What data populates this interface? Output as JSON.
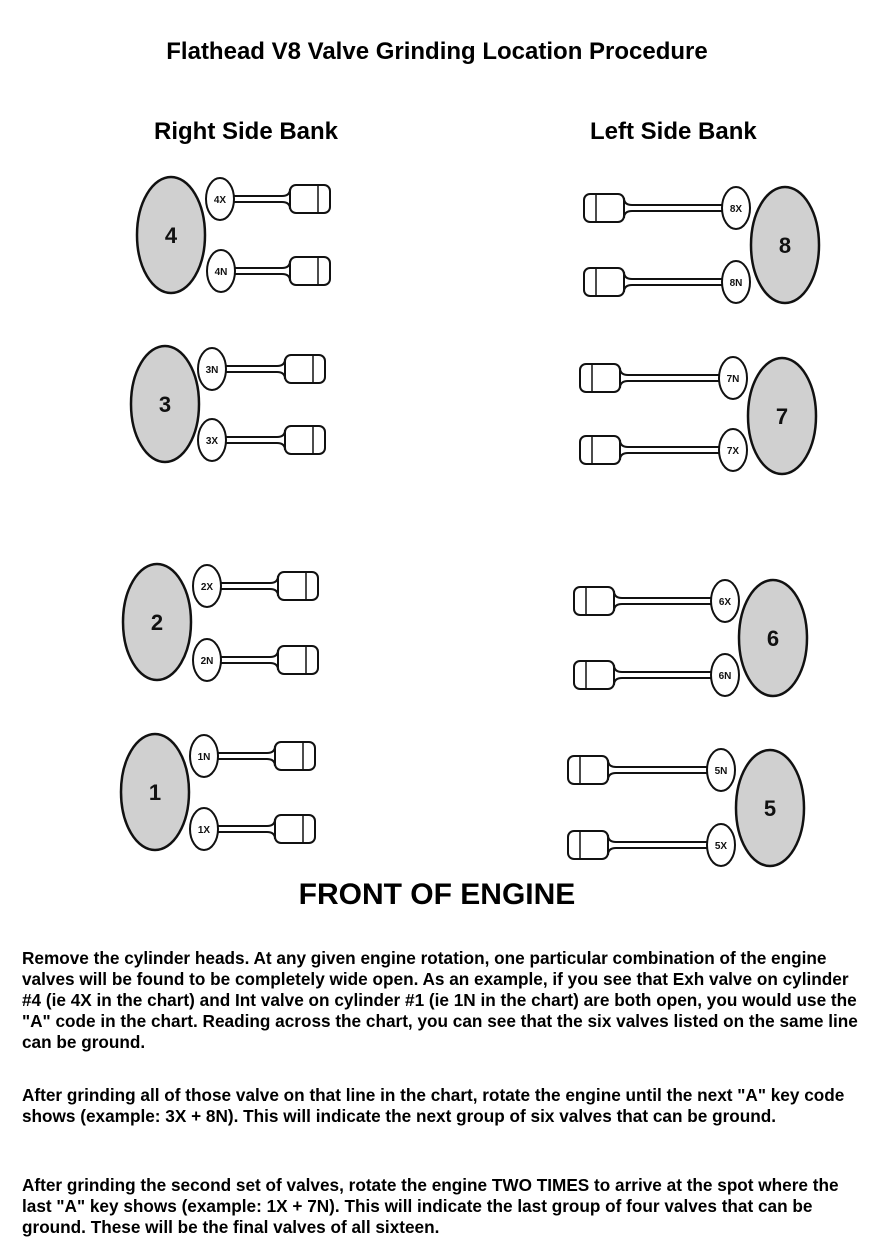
{
  "title": "Flathead V8 Valve Grinding Location Procedure",
  "right_bank": {
    "label": "Right Side Bank",
    "cylinders": [
      {
        "number": "4",
        "valves": [
          "4X",
          "4N"
        ]
      },
      {
        "number": "3",
        "valves": [
          "3N",
          "3X"
        ]
      },
      {
        "number": "2",
        "valves": [
          "2X",
          "2N"
        ]
      },
      {
        "number": "1",
        "valves": [
          "1N",
          "1X"
        ]
      }
    ]
  },
  "left_bank": {
    "label": "Left Side Bank",
    "cylinders": [
      {
        "number": "8",
        "valves": [
          "8X",
          "8N"
        ]
      },
      {
        "number": "7",
        "valves": [
          "7N",
          "7X"
        ]
      },
      {
        "number": "6",
        "valves": [
          "6X",
          "6N"
        ]
      },
      {
        "number": "5",
        "valves": [
          "5N",
          "5X"
        ]
      }
    ]
  },
  "front_label": "FRONT OF ENGINE",
  "paragraphs": [
    "Remove the cylinder heads. At any given engine rotation, one particular combination of the engine valves will be found to be completely wide open. As an example, if you see that Exh valve on cylinder #4 (ie 4X in the chart) and Int valve on cylinder #1 (ie 1N in the chart) are both open, you would use the \"A\" code in the chart. Reading across the chart, you can see that the six valves listed on the same line can be ground.",
    "After grinding all of those valve on that line in the chart, rotate the engine until the next \"A\" key code shows (example: 3X + 8N). This will indicate the next group of six valves that can be ground.",
    "After grinding the second set of valves, rotate the engine TWO TIMES to arrive at the spot where the last \"A\" key shows (example: 1X + 7N). This will indicate the last group of four valves that can be ground. These will be the final valves of all sixteen."
  ],
  "colors": {
    "cylinder_fill": "#d0d0d0",
    "ink": "#111111"
  }
}
